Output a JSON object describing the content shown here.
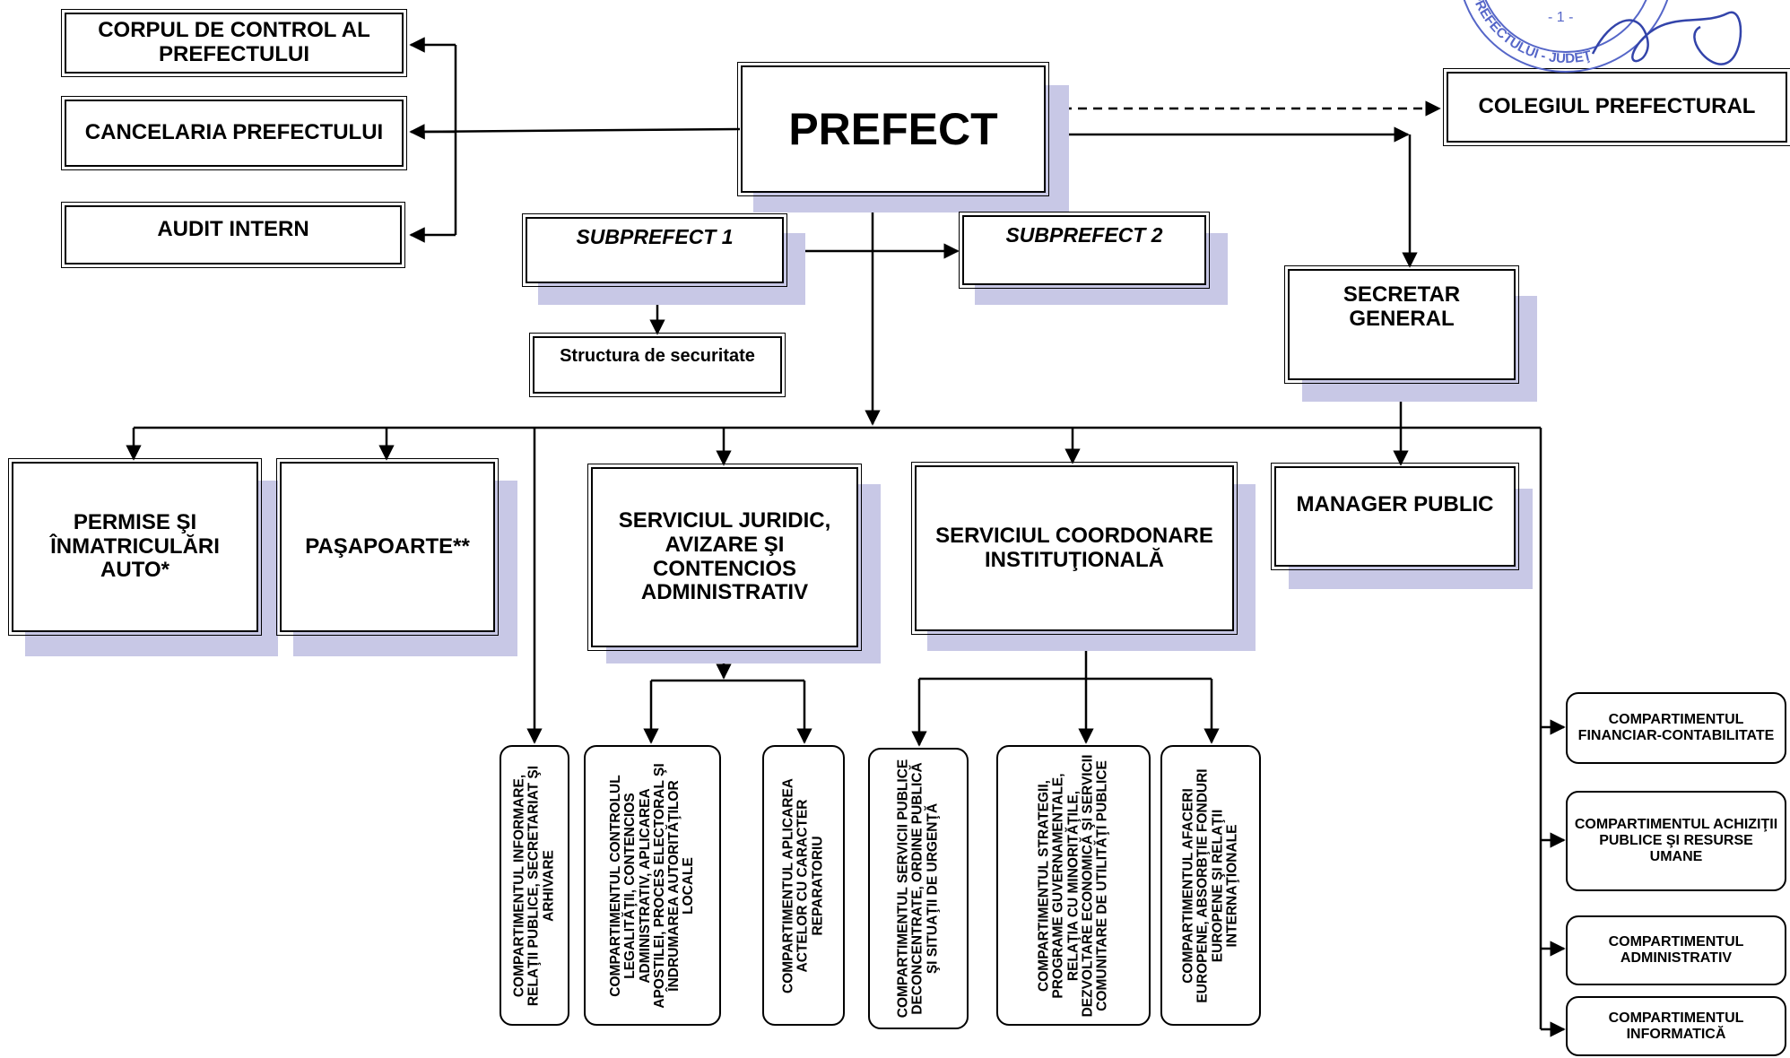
{
  "top_left": {
    "corp_control": "CORPUL DE CONTROL AL PREFECTULUI",
    "cancelaria": "CANCELARIA PREFECTULUI",
    "audit": "AUDIT INTERN"
  },
  "prefect": "PREFECT",
  "colegiul": "COLEGIUL PREFECTURAL",
  "subprefect_1": "SUBPREFECT 1",
  "subprefect_2": "SUBPREFECT 2",
  "structura_securitate": "Structura de securitate",
  "secretar_general": "SECRETAR GENERAL",
  "permise": "PERMISE ŞI ÎNMATRICULĂRI AUTO*",
  "pasapoarte": "PAŞAPOARTE**",
  "serviciul_juridic": "SERVICIUL JURIDIC, AVIZARE ŞI CONTENCIOS ADMINISTRATIV",
  "serviciul_coordonare": "SERVICIUL COORDONARE INSTITUŢIONALĂ",
  "manager_public": "MANAGER PUBLIC",
  "compartimente_verticale": {
    "informare": "COMPARTIMENTUL INFORMARE, RELAŢII PUBLICE, SECRETARIAT ŞI ARHIVARE",
    "control_legalitate": "COMPARTIMENTUL CONTROLUL LEGALITĂŢII, CONTENCIOS ADMINISTRATIV, APLICAREA APOSTILEI, PROCES ELECTORAL ŞI ÎNDRUMAREA AUTORITĂŢILOR LOCALE",
    "acte_reparatoriu": "COMPARTIMENTUL APLICAREA ACTELOR CU CARACTER REPARATORIU",
    "servicii_deconcentrate": "COMPARTIMENTUL SERVICII PUBLICE DECONCENTRATE, ORDINE PUBLICĂ ŞI SITUAŢII DE URGENŢĂ",
    "strategii": "COMPARTIMENTUL STRATEGII, PROGRAME GUVERNAMENTALE, RELAŢIA CU MINORITĂŢILE, DEZVOLTARE ECONOMICĂ ŞI SERVICII COMUNITARE DE UTILITĂŢI PUBLICE",
    "afaceri_europene": "COMPARTIMENTUL AFACERI EUROPENE, ABSORBŢIE FONDURI EUROPENE ŞI RELAŢII INTERNAŢIONALE"
  },
  "compartimente_dreapta": {
    "financiar": "COMPARTIMENTUL FINANCIAR-CONTABILITATE",
    "achizitii": "COMPARTIMENTUL ACHIZIŢII PUBLICE ŞI RESURSE UMANE",
    "administrativ": "COMPARTIMENTUL ADMINISTRATIV",
    "informatica": "COMPARTIMENTUL INFORMATICĂ"
  },
  "stamp": {
    "number": "- 1 -",
    "ring_text": "PREFECTULUI - JUDEŢ",
    "color": "#5566c8"
  },
  "colors": {
    "shadow": "#c8c8e6",
    "line": "#000000"
  }
}
